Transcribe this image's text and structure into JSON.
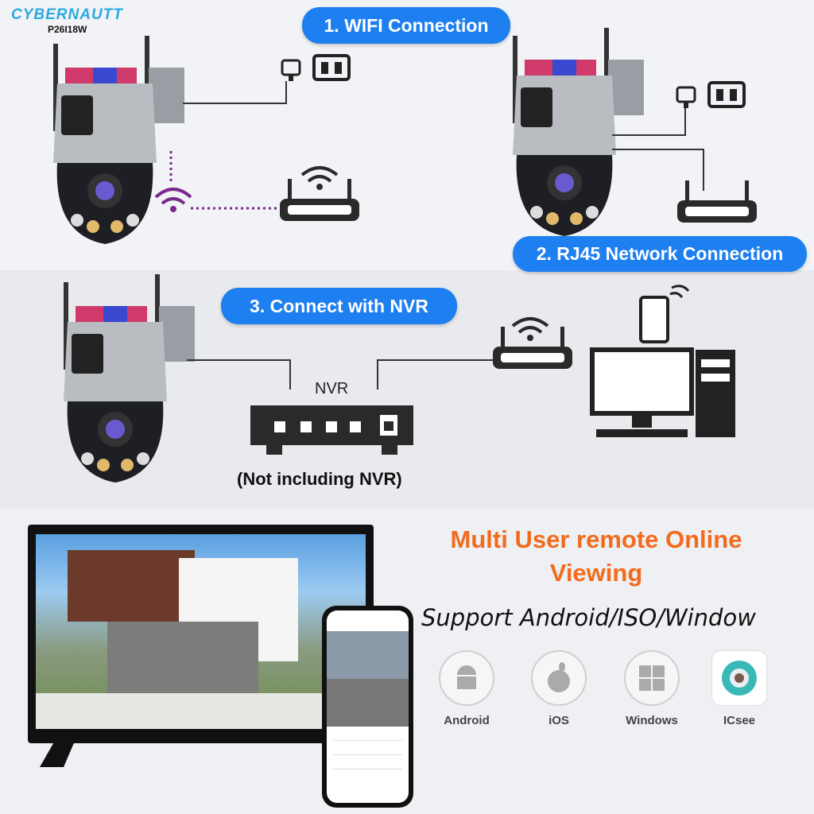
{
  "brand": {
    "logo": "CYBERNAUTT",
    "model": "P26I18W"
  },
  "steps": [
    {
      "label": "1. WIFI Connection"
    },
    {
      "label": "2. RJ45 Network Connection"
    },
    {
      "label": "3. Connect with NVR"
    }
  ],
  "nvr": {
    "label": "NVR",
    "note": "(Not including NVR)"
  },
  "viewing": {
    "headline": "Multi User remote Online Viewing",
    "support": "Support Android/ISO/Window"
  },
  "platforms": [
    {
      "label": "Android",
      "icon": "android-icon"
    },
    {
      "label": "iOS",
      "icon": "apple-icon"
    },
    {
      "label": "Windows",
      "icon": "windows-icon"
    },
    {
      "label": "ICsee",
      "icon": "icsee-app-icon"
    }
  ],
  "colors": {
    "accent": "#1d7ff0",
    "headline": "#f26b1d",
    "logo": "#2aa9e0",
    "wifi": "#7a2a8c"
  }
}
